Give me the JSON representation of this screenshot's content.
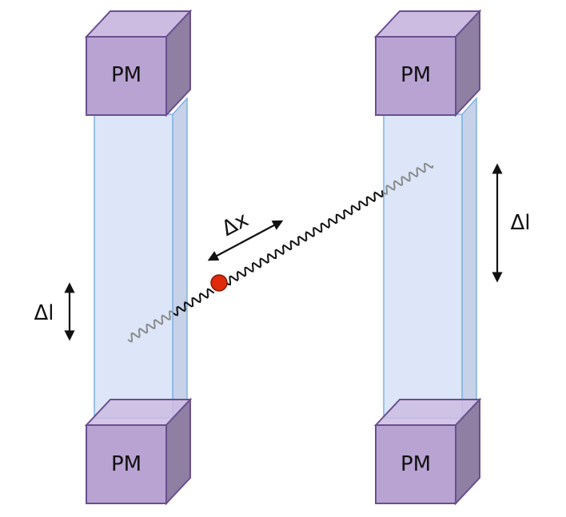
{
  "labels": {
    "pm_top_left": "PM",
    "pm_top_right": "PM",
    "pm_bottom_left": "PM",
    "pm_bottom_right": "PM",
    "delta_l_left": "Δl",
    "delta_l_right": "Δl",
    "delta_x": "Δx"
  },
  "colors": {
    "pm_front": "#b8a3d2",
    "pm_top": "#cdbce2",
    "pm_side": "#8e7fa3",
    "pm_edge": "#6a4f8f",
    "bar_front": "#dce6f8",
    "bar_side": "#c7d2e8",
    "bar_edge": "#7fb1e6",
    "photon_dark": "#111111",
    "photon_light": "#8a8a8a",
    "event_fill": "#e02a0c",
    "event_edge": "#8a1a08",
    "arrow": "#111111"
  }
}
